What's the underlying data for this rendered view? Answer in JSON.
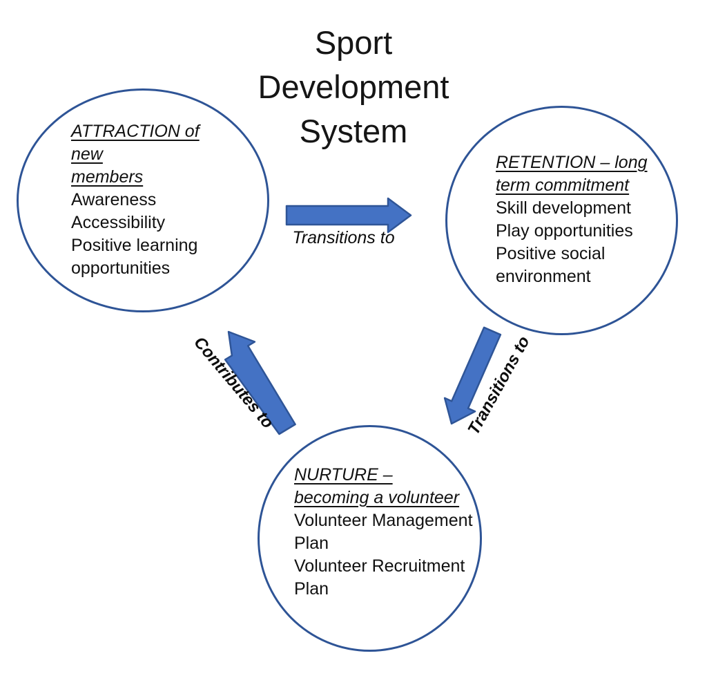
{
  "title": {
    "line1": "Sport",
    "line2": "Development",
    "line3": "System"
  },
  "circles": {
    "attraction": {
      "heading_line1": "ATTRACTION of new",
      "heading_line2": "members",
      "items": [
        "Awareness",
        "Accessibility",
        "Positive learning opportunities"
      ]
    },
    "retention": {
      "heading_line1": "RETENTION – long",
      "heading_line2": "term commitment",
      "items": [
        "Skill development",
        "Play opportunities",
        "Positive social environment"
      ]
    },
    "nurture": {
      "heading_line1": "NURTURE –",
      "heading_line2": "becoming a volunteer",
      "items": [
        "Volunteer Management Plan",
        "Volunteer Recruitment Plan"
      ]
    }
  },
  "arrows": {
    "attraction_to_retention": {
      "label": "Transitions to"
    },
    "retention_to_nurture": {
      "label": "Transitions to"
    },
    "nurture_to_attraction": {
      "label": "Contributes to"
    }
  },
  "colors": {
    "arrow_fill": "#4472c4",
    "arrow_stroke": "#2f5597",
    "circle_stroke": "#2e5496",
    "text": "#111111"
  }
}
